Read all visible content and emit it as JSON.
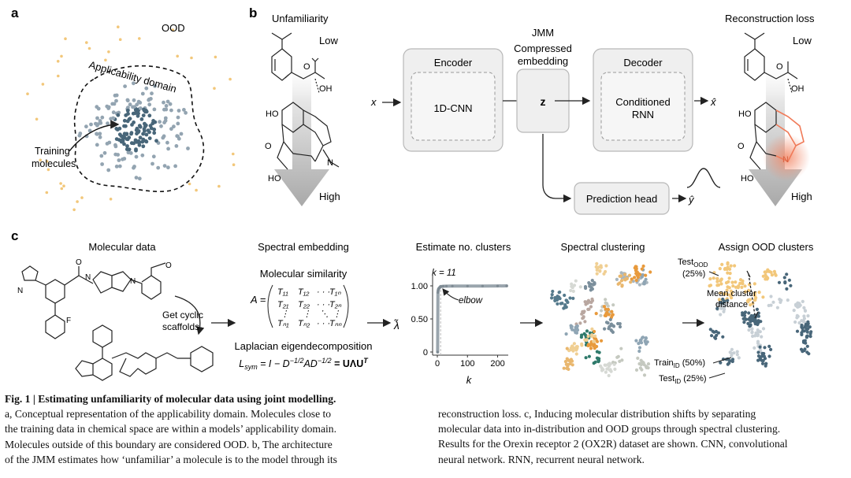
{
  "panel_labels": {
    "a": "a",
    "b": "b",
    "c": "c"
  },
  "panel_a": {
    "ood": "OOD",
    "applicability_domain": "Applicability domain",
    "training_line1": "Training",
    "training_line2": "molecules"
  },
  "panel_b": {
    "unfamiliarity": "Unfamiliarity",
    "low": "Low",
    "high": "High",
    "x": "x",
    "encoder": "Encoder",
    "cnn": "1D-CNN",
    "jmm": "JMM",
    "compressed1": "Compressed",
    "compressed2": "embedding",
    "z": "z",
    "decoder": "Decoder",
    "conditioned1": "Conditioned",
    "conditioned2": "RNN",
    "xhat": "x̂",
    "prediction_head": "Prediction head",
    "yhat": "ŷ",
    "reconstruction_loss": "Reconstruction loss",
    "low2": "Low",
    "high2": "High",
    "oh": "OH",
    "o": "O",
    "ho": "HO",
    "n": "N",
    "hoh": "HO"
  },
  "panel_c": {
    "molecular_data": "Molecular data",
    "get_cyclic1": "Get cyclic",
    "get_cyclic2": "scaffolds",
    "spectral_embedding": "Spectral embedding",
    "molecular_similarity": "Molecular similarity",
    "laplacian": "Laplacian eigendecomposition",
    "estimate_clusters": "Estimate no. clusters",
    "k_eq": "k = 11",
    "elbow": "elbow",
    "spectral_clustering": "Spectral clustering",
    "assign_ood": "Assign OOD clusters",
    "test_ood": "Test",
    "test_ood_sub": "OOD",
    "test_ood_pct": "(25%)",
    "mean_cluster1": "Mean cluster",
    "mean_cluster2": "distance",
    "train_id": "Train",
    "train_id_pct": "(50%)",
    "test_id": "Test",
    "test_id_pct": "(25%)",
    "id_sub": "ID",
    "lambda": "λ̃"
  },
  "chart_data": {
    "type": "line",
    "title": "",
    "xlabel": "k",
    "ylabel": "λ̃",
    "xlim": [
      0,
      230
    ],
    "ylim": [
      0,
      1.0
    ],
    "xticks": [
      "0",
      "100",
      "200"
    ],
    "yticks": [
      "0",
      "0.50",
      "1.00"
    ],
    "annotation": "elbow",
    "annotation_k": 11,
    "x": [
      1,
      2,
      3,
      4,
      5,
      6,
      7,
      8,
      9,
      10,
      11,
      15,
      20,
      30,
      50,
      100,
      150,
      200,
      230
    ],
    "values": [
      0,
      0.9,
      0.93,
      0.95,
      0.96,
      0.965,
      0.97,
      0.975,
      0.98,
      0.985,
      0.99,
      0.992,
      0.994,
      0.995,
      0.996,
      0.997,
      0.998,
      0.999,
      1.0
    ]
  },
  "caption": {
    "fig_label": "Fig. 1 | Estimating unfamiliarity of molecular data using joint modelling.",
    "left_lines": [
      "a, Conceptual representation of the applicability domain. Molecules close to",
      "the training data in chemical space are within a models’ applicability domain.",
      "Molecules outside of this boundary are considered OOD. b, The architecture",
      "of the JMM estimates how ‘unfamiliar’ a molecule is to the model through its"
    ],
    "right_lines": [
      "reconstruction loss. c, Inducing molecular distribution shifts by separating",
      "molecular data into in-distribution and OOD groups through spectral clustering.",
      "Results for the Orexin receptor 2 (OX2R) dataset are shown. CNN, convolutional",
      "neural network. RNN, recurrent neural network."
    ]
  },
  "colors": {
    "ood": "#f2c77a",
    "dark": "#486679",
    "mid": "#93a4b1",
    "box_fill": "#efefef",
    "box_stroke": "#b8b8b8",
    "highlight": "#f07a58"
  }
}
